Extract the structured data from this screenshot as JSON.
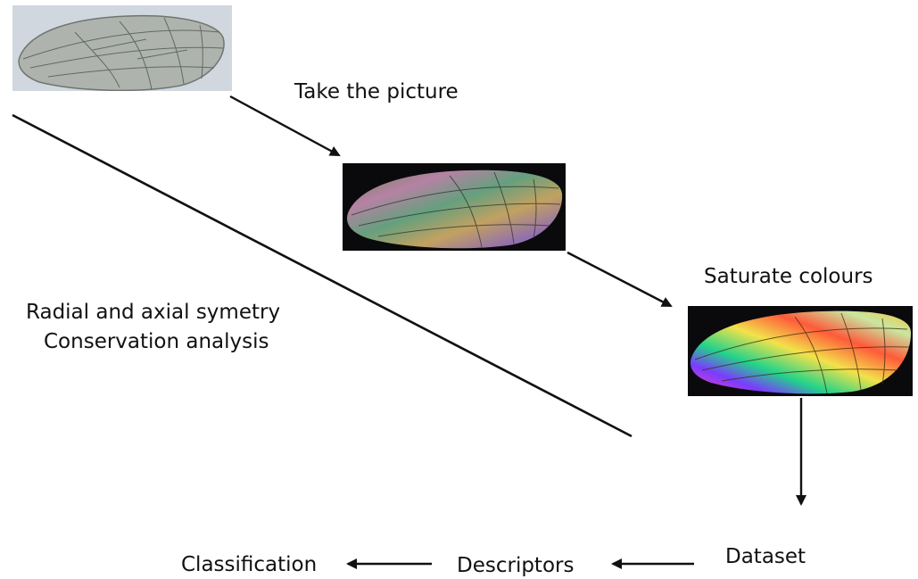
{
  "title": "",
  "steps": {
    "take_picture": "Take the picture",
    "saturate": "Saturate colours",
    "dataset": "Dataset",
    "descriptors": "Descriptors",
    "classification": "Classification"
  },
  "side_note": {
    "line1": "Radial and axial symetry",
    "line2": "Conservation analysis"
  },
  "images": {
    "raw_wing": "wing-photo-grey",
    "iridescent_wing": "wing-photo-iridescent",
    "saturated_wing": "wing-photo-saturated"
  },
  "colors": {
    "arrow": "#111111",
    "raw_bg": "#c9ced6",
    "dark_bg": "#0a0a0c"
  }
}
